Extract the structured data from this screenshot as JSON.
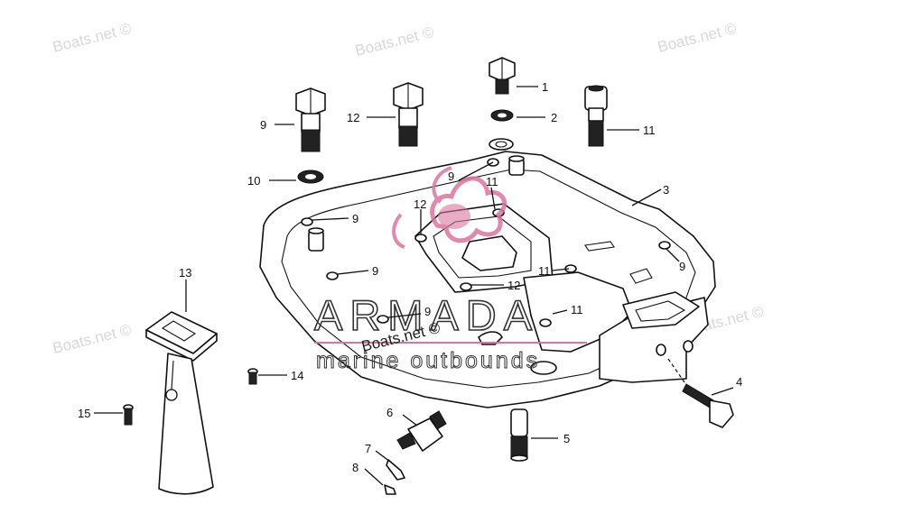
{
  "watermark": {
    "text": "Boats.net ©",
    "center_text": "Boats.net ©"
  },
  "logo": {
    "name": "ARMADA",
    "tagline": "marine outbounds",
    "accent_color": "#d9759f"
  },
  "callouts": {
    "c1": "1",
    "c2": "2",
    "c3": "3",
    "c4": "4",
    "c5": "5",
    "c6": "6",
    "c7": "7",
    "c8": "8",
    "c9a": "9",
    "c9b": "9",
    "c9c": "9",
    "c9d": "9",
    "c9e": "9",
    "c9f": "9",
    "c10": "10",
    "c11a": "11",
    "c11b": "11",
    "c11c": "11",
    "c11d": "11",
    "c12a": "12",
    "c12b": "12",
    "c12c": "12",
    "c13": "13",
    "c14": "14",
    "c15": "15"
  }
}
